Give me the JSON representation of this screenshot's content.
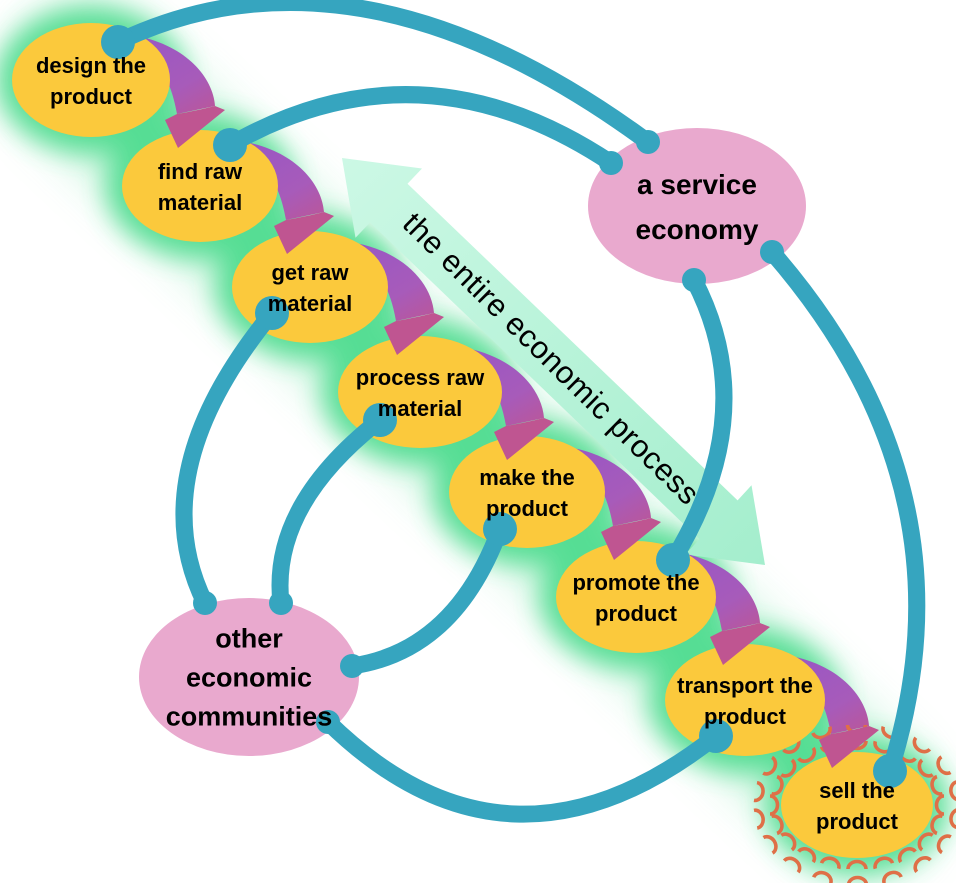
{
  "flow_arrow": {
    "label": "the entire economic process"
  },
  "process_steps": [
    {
      "id": "design-the-product",
      "lines": [
        "design the",
        "product"
      ]
    },
    {
      "id": "find-raw-material",
      "lines": [
        "find raw",
        "material"
      ]
    },
    {
      "id": "get-raw-material",
      "lines": [
        "get raw",
        "material"
      ]
    },
    {
      "id": "process-raw-material",
      "lines": [
        "process raw",
        "material"
      ]
    },
    {
      "id": "make-the-product",
      "lines": [
        "make the",
        "product"
      ]
    },
    {
      "id": "promote-the-product",
      "lines": [
        "promote the",
        "product"
      ]
    },
    {
      "id": "transport-the-product",
      "lines": [
        "transport the",
        "product"
      ]
    },
    {
      "id": "sell-the-product",
      "lines": [
        "sell the",
        "product"
      ]
    }
  ],
  "external_entities": [
    {
      "id": "a-service-economy",
      "lines": [
        "a service",
        "economy"
      ]
    },
    {
      "id": "other-economic-communities",
      "lines": [
        "other",
        "economic",
        "communities"
      ]
    }
  ],
  "connections": {
    "purple_flow": [
      "design-the-product > find-raw-material",
      "find-raw-material > get-raw-material",
      "get-raw-material > process-raw-material",
      "process-raw-material > make-the-product",
      "make-the-product > promote-the-product",
      "promote-the-product > transport-the-product",
      "transport-the-product > sell-the-product"
    ],
    "teal_links": [
      "design-the-product - a-service-economy",
      "find-raw-material - a-service-economy",
      "a-service-economy - promote-the-product",
      "a-service-economy - sell-the-product",
      "get-raw-material - other-economic-communities",
      "process-raw-material - other-economic-communities",
      "other-economic-communities - make-the-product",
      "other-economic-communities - transport-the-product"
    ]
  },
  "colors": {
    "step_fill": "#fbc93c",
    "entity_fill": "#e9a9ce",
    "connector": "#36a5bf",
    "flow_arrow_body": "#9a57c3",
    "flow_arrow_head": "#bf5591",
    "process_arrow_fill": "#b7f3d8",
    "glow": "#44da89",
    "ray_color": "#df6f47",
    "label_text": "#000000"
  },
  "sell_burst": {
    "color": "#df6f47",
    "inner_count": 20,
    "outer_count": 18
  }
}
